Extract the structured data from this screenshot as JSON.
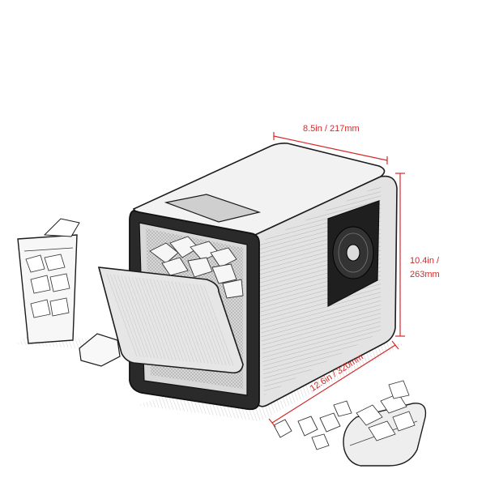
{
  "illustration": {
    "subject": "ice-maker",
    "style": "pencil-sketch",
    "accent_color": "#d42a2a",
    "ink_color": "#1c1c1c"
  },
  "dimensions": {
    "width": "8.5in / 217mm",
    "height_line1": "10.4in /",
    "height_line2": "263mm",
    "depth": "12.6in / 320mm"
  }
}
